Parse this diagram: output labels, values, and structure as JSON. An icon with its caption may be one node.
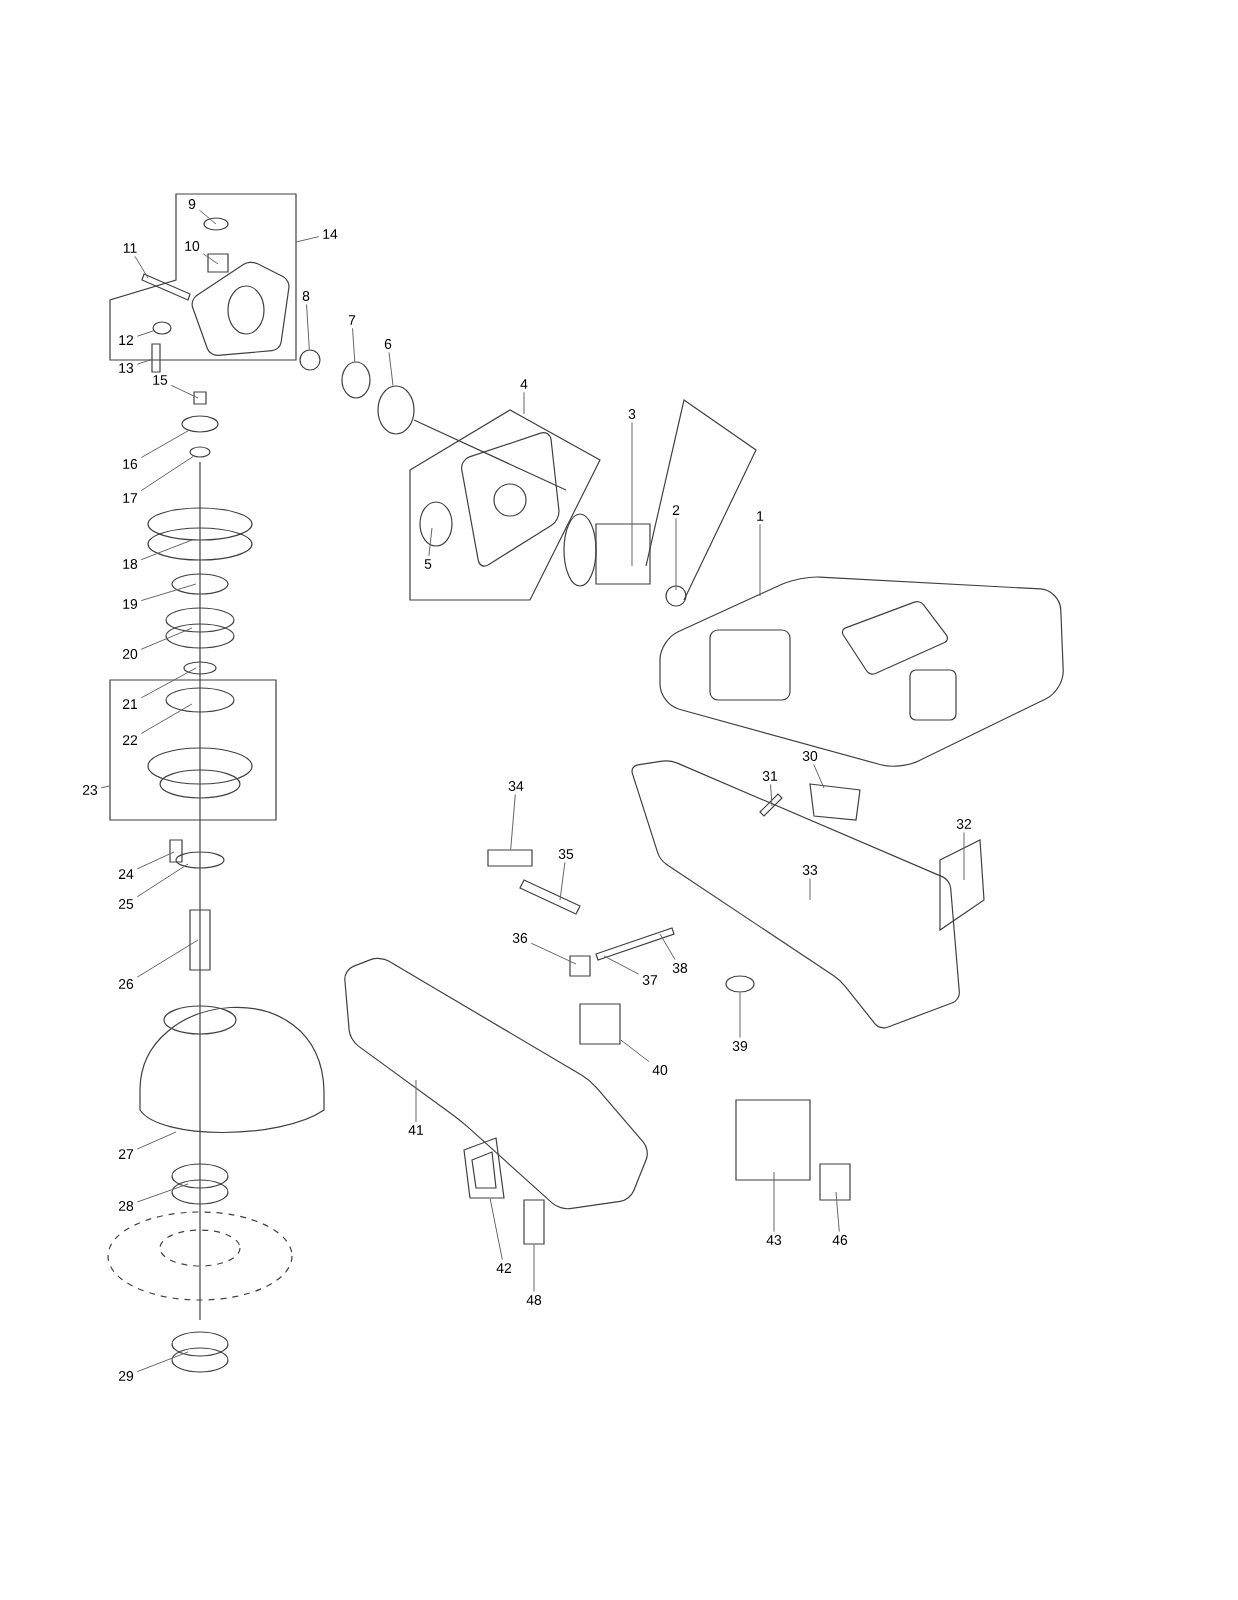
{
  "diagram": {
    "nodes": [
      {
        "text": [
          "1"
        ]
      },
      {
        "text": [
          "2"
        ]
      },
      {
        "text": [
          "3"
        ]
      },
      {
        "text": [
          "4"
        ]
      },
      {
        "text": [
          "5"
        ]
      },
      {
        "text": [
          "6"
        ]
      },
      {
        "text": [
          "7"
        ]
      },
      {
        "text": [
          "8"
        ]
      },
      {
        "text": [
          "9"
        ]
      },
      {
        "text": [
          "10"
        ]
      },
      {
        "text": [
          "11"
        ]
      },
      {
        "text": [
          "12"
        ]
      },
      {
        "text": [
          "13"
        ]
      },
      {
        "text": [
          "14"
        ]
      },
      {
        "text": [
          "15"
        ]
      },
      {
        "text": [
          "16"
        ]
      },
      {
        "text": [
          "17"
        ]
      },
      {
        "text": [
          "18"
        ]
      },
      {
        "text": [
          "19"
        ]
      },
      {
        "text": [
          "20"
        ]
      },
      {
        "text": [
          "21"
        ]
      },
      {
        "text": [
          "22"
        ]
      },
      {
        "text": [
          "23"
        ]
      },
      {
        "text": [
          "24"
        ]
      },
      {
        "text": [
          "25"
        ]
      },
      {
        "text": [
          "26"
        ]
      },
      {
        "text": [
          "27"
        ]
      },
      {
        "text": [
          "28"
        ]
      },
      {
        "text": [
          "29"
        ]
      },
      {
        "text": [
          "30"
        ]
      },
      {
        "text": [
          "31"
        ]
      },
      {
        "text": [
          "32"
        ]
      },
      {
        "text": [
          "33"
        ]
      },
      {
        "text": [
          "34"
        ]
      },
      {
        "text": [
          "35"
        ]
      },
      {
        "text": [
          "36"
        ]
      },
      {
        "text": [
          "37"
        ]
      },
      {
        "text": [
          "38"
        ]
      },
      {
        "text": [
          "39"
        ]
      },
      {
        "text": [
          "40"
        ]
      },
      {
        "text": [
          "41"
        ]
      },
      {
        "text": [
          "42"
        ]
      },
      {
        "text": [
          "43"
        ]
      },
      {
        "text": [
          "46"
        ]
      },
      {
        "text": [
          "48"
        ]
      },
      {
        "text": [],
        "shape": "circle"
      },
      {
        "text": [],
        "shape": "circle"
      },
      {
        "text": [],
        "shape": "circle"
      },
      {
        "text": [],
        "shape": "box"
      },
      {
        "text": [],
        "shape": "circle"
      },
      {
        "text": [],
        "shape": "box"
      },
      {
        "text": [],
        "shape": "circle"
      },
      {
        "text": [],
        "shape": "box"
      },
      {
        "text": [],
        "shape": "box"
      },
      {
        "text": [],
        "shape": "circle"
      },
      {
        "text": [],
        "shape": "circle"
      },
      {
        "text": [],
        "shape": "picture"
      }
    ],
    "edges": [
      {
        "from": 0,
        "to": null,
        "arrow": "none"
      },
      {
        "from": 1,
        "to": null,
        "arrow": "none"
      },
      {
        "from": 2,
        "to": null,
        "arrow": "none"
      },
      {
        "from": 3,
        "to": null,
        "arrow": "none"
      },
      {
        "from": 4,
        "to": null,
        "arrow": "none"
      },
      {
        "from": 5,
        "to": 54,
        "arrow": "none"
      },
      {
        "from": 6,
        "to": 45,
        "arrow": "none"
      },
      {
        "from": 7,
        "to": 46,
        "arrow": "none"
      },
      {
        "from": 8,
        "to": null,
        "arrow": "none"
      },
      {
        "from": 9,
        "to": null,
        "arrow": "none"
      },
      {
        "from": 10,
        "to": null,
        "arrow": "none"
      },
      {
        "from": 11,
        "to": 47,
        "arrow": "none"
      },
      {
        "from": 12,
        "to": 48,
        "arrow": "none"
      },
      {
        "from": 13,
        "to": null,
        "arrow": "none"
      },
      {
        "from": 14,
        "to": null,
        "arrow": "none"
      },
      {
        "from": 15,
        "to": 49,
        "arrow": "none"
      },
      {
        "from": 16,
        "to": 55,
        "arrow": "none"
      },
      {
        "from": 17,
        "to": null,
        "arrow": "none"
      },
      {
        "from": 18,
        "to": null,
        "arrow": "none"
      },
      {
        "from": 19,
        "to": null,
        "arrow": "none"
      },
      {
        "from": 20,
        "to": null,
        "arrow": "none"
      },
      {
        "from": 21,
        "to": null,
        "arrow": "none"
      },
      {
        "from": 22,
        "to": null,
        "arrow": "none"
      },
      {
        "from": 23,
        "to": null,
        "arrow": "none"
      },
      {
        "from": 24,
        "to": null,
        "arrow": "none"
      },
      {
        "from": 25,
        "to": null,
        "arrow": "none"
      },
      {
        "from": 26,
        "to": null,
        "arrow": "none"
      },
      {
        "from": 27,
        "to": null,
        "arrow": "none"
      },
      {
        "from": 28,
        "to": null,
        "arrow": "none"
      },
      {
        "from": 29,
        "to": null,
        "arrow": "none"
      },
      {
        "from": 30,
        "to": null,
        "arrow": "none"
      },
      {
        "from": 31,
        "to": null,
        "arrow": "none"
      },
      {
        "from": 32,
        "to": null,
        "arrow": "none"
      },
      {
        "from": 33,
        "to": 50,
        "arrow": "none"
      },
      {
        "from": 34,
        "to": null,
        "arrow": "none"
      },
      {
        "from": 35,
        "to": null,
        "arrow": "none"
      },
      {
        "from": 36,
        "to": null,
        "arrow": "none"
      },
      {
        "from": 37,
        "to": null,
        "arrow": "none"
      },
      {
        "from": 38,
        "to": 51,
        "arrow": "none"
      },
      {
        "from": 39,
        "to": 52,
        "arrow": "none"
      },
      {
        "from": 40,
        "to": null,
        "arrow": "none"
      },
      {
        "from": 41,
        "to": 56,
        "arrow": "none"
      },
      {
        "from": 42,
        "to": null,
        "arrow": "none"
      },
      {
        "from": 43,
        "to": null,
        "arrow": "none"
      },
      {
        "from": 44,
        "to": 53,
        "arrow": "none"
      }
    ]
  }
}
